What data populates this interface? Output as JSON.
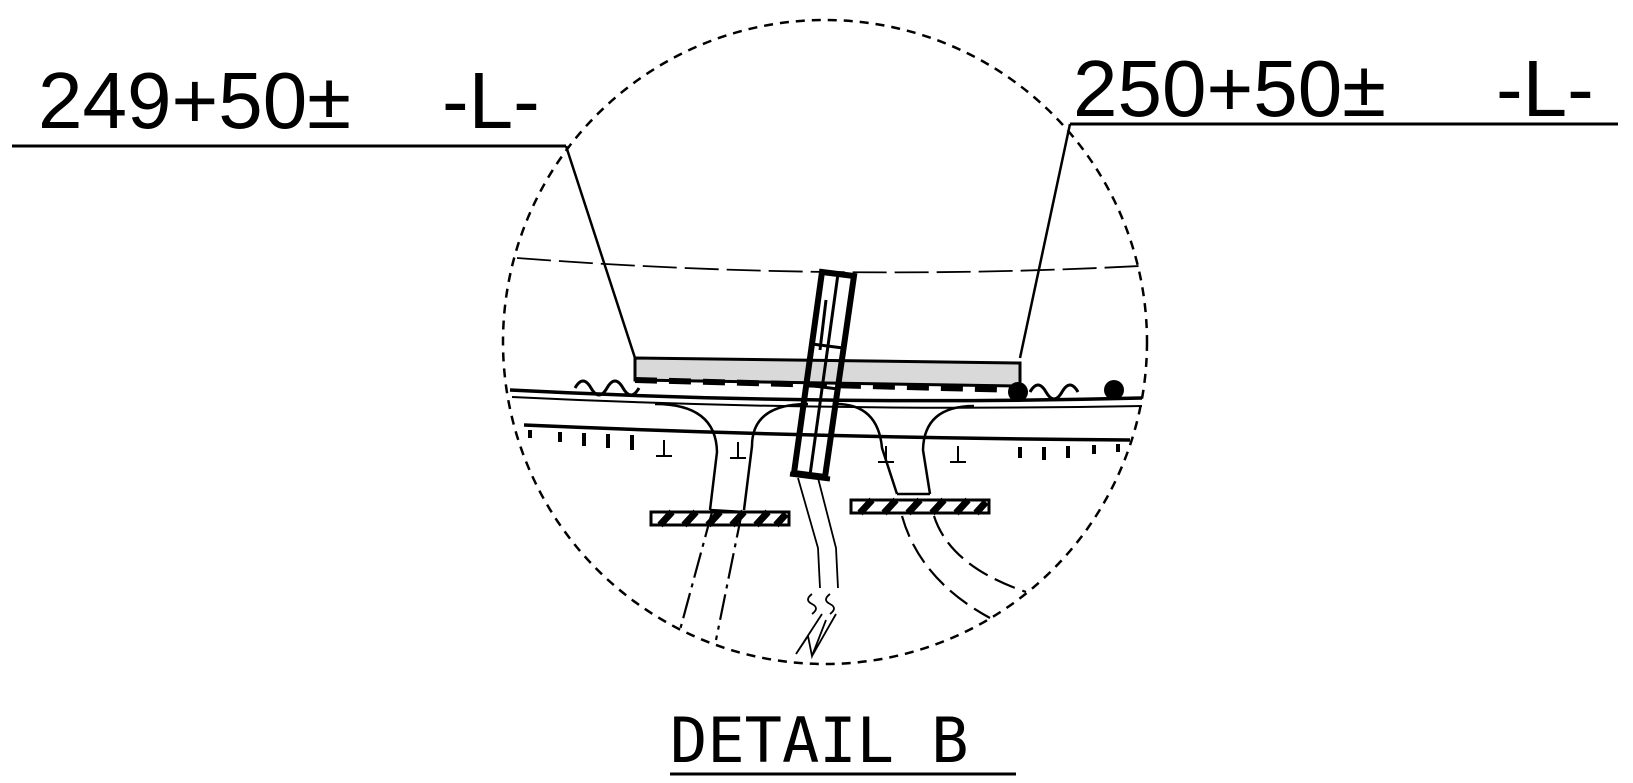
{
  "station_left": "249+50±",
  "alignment_left": "-L-",
  "station_right": "250+50±",
  "alignment_right": "-L-",
  "detail_title": "DETAIL B",
  "colors": {
    "ink": "#000000",
    "bridge_fill": "#d9d9d9",
    "background": "#ffffff"
  }
}
